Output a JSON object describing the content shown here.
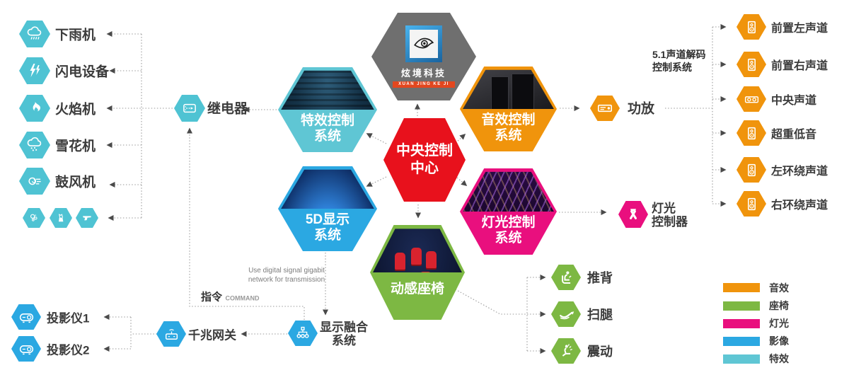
{
  "logo": {
    "company": "炫境科技",
    "tagline": "XUAN JING KE JI"
  },
  "center": {
    "line1": "中央控制",
    "line2": "中心"
  },
  "systems": {
    "special_effects": {
      "line1": "特效控制",
      "line2": "系统"
    },
    "audio": {
      "line1": "音效控制",
      "line2": "系统"
    },
    "display_5d": {
      "line1": "5D显示",
      "line2": "系统"
    },
    "lighting": {
      "line1": "灯光控制",
      "line2": "系统"
    },
    "motion_seat": {
      "line1": "动感座椅"
    }
  },
  "left_devices": {
    "items": [
      {
        "label": "下雨机"
      },
      {
        "label": "闪电设备"
      },
      {
        "label": "火焰机"
      },
      {
        "label": "雪花机"
      },
      {
        "label": "鼓风机"
      }
    ]
  },
  "relay": {
    "label": "继电器"
  },
  "command": {
    "zh": "指令",
    "en": "COMMAND"
  },
  "projectors": {
    "items": [
      {
        "label": "投影仪1"
      },
      {
        "label": "投影仪2"
      }
    ]
  },
  "gateway": {
    "label": "千兆网关"
  },
  "display_fusion": {
    "line1": "显示融合",
    "line2": "系统"
  },
  "transmission_note": {
    "line1": "Use digital signal gigabit",
    "line2": "network for transmission"
  },
  "amplifier": {
    "label": "功放"
  },
  "decoder_note": {
    "line1": "5.1声道解码",
    "line2": "控制系统"
  },
  "channels": {
    "items": [
      {
        "label": "前置左声道"
      },
      {
        "label": "前置右声道"
      },
      {
        "label": "中央声道"
      },
      {
        "label": "超重低音"
      },
      {
        "label": "左环绕声道"
      },
      {
        "label": "右环绕声道"
      }
    ]
  },
  "light_controller": {
    "line1": "灯光",
    "line2": "控制器"
  },
  "seat_actions": {
    "items": [
      {
        "label": "推背"
      },
      {
        "label": "扫腿"
      },
      {
        "label": "震动"
      }
    ]
  },
  "legend": {
    "items": [
      {
        "label": "音效",
        "color": "#F0940C"
      },
      {
        "label": "座椅",
        "color": "#7DB843"
      },
      {
        "label": "灯光",
        "color": "#E90F7E"
      },
      {
        "label": "影像",
        "color": "#2BA8E2"
      },
      {
        "label": "特效",
        "color": "#5FC6D4"
      }
    ]
  }
}
